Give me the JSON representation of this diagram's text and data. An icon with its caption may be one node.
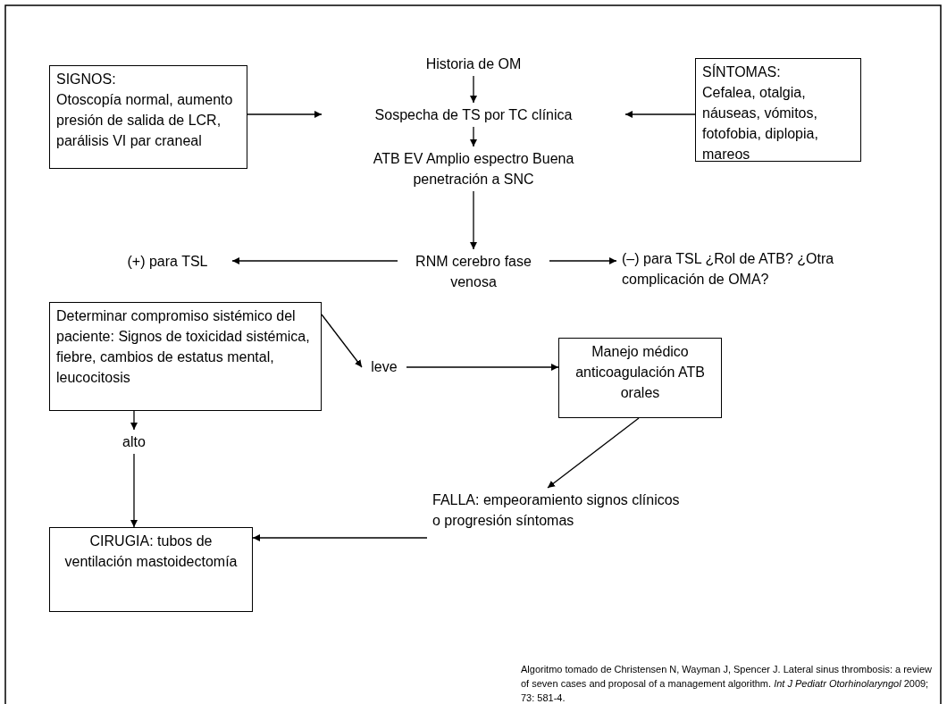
{
  "diagram": {
    "nodes": [
      {
        "text": [
          "Historia de OM"
        ]
      },
      {
        "text": [
          "SIGNOS:",
          "Otoscopía normal, aumento presión de salida de LCR, parálisis VI par craneal"
        ]
      },
      {
        "text": [
          "Sospecha de TS por TC clínica"
        ]
      },
      {
        "text": [
          "SÍNTOMAS:",
          "Cefalea, otalgia, náuseas, vómitos, fotofobia, diplopia, mareos"
        ]
      },
      {
        "text": [
          "ATB EV Amplio espectro Buena penetración a SNC"
        ]
      },
      {
        "text": [
          "(+) para TSL"
        ]
      },
      {
        "text": [
          "RNM cerebro fase venosa"
        ]
      },
      {
        "text": [
          "(–) para TSL ¿Rol de ATB? ¿Otra complicación de OMA?"
        ]
      },
      {
        "text": [
          "Determinar compromiso sistémico del paciente: Signos de toxicidad sistémica, fiebre, cambios de estatus mental, leucocitosis"
        ]
      },
      {
        "text": [
          "leve"
        ]
      },
      {
        "text": [
          "Manejo médico anticoagulación ATB orales"
        ]
      },
      {
        "text": [
          "alto"
        ]
      },
      {
        "text": [
          "FALLA: empeoramiento signos clínicos o progresión síntomas"
        ]
      },
      {
        "text": [
          "CIRUGIA: tubos de ventilación mastoidectomía"
        ]
      }
    ],
    "edges": [
      {
        "from": 0,
        "to": 2,
        "arrow": "to"
      },
      {
        "from": 1,
        "to": 2,
        "arrow": "to"
      },
      {
        "from": 3,
        "to": 2,
        "arrow": "to"
      },
      {
        "from": 2,
        "to": 4,
        "arrow": "to"
      },
      {
        "from": 4,
        "to": 6,
        "arrow": "to"
      },
      {
        "from": 6,
        "to": 5,
        "arrow": "to"
      },
      {
        "from": 6,
        "to": 7,
        "arrow": "to"
      },
      {
        "from": 8,
        "to": 9,
        "arrow": "to"
      },
      {
        "from": 9,
        "to": 10,
        "arrow": "to"
      },
      {
        "from": 10,
        "to": 12,
        "arrow": "to"
      },
      {
        "from": 8,
        "to": 11,
        "arrow": "to"
      },
      {
        "from": 11,
        "to": 13,
        "arrow": "to"
      },
      {
        "from": 12,
        "to": 13,
        "arrow": "to"
      }
    ],
    "labels": [
      "Algoritmo tomado de Christensen N, Wayman J, Spencer J. Lateral sinus thrombosis: a review of seven cases and proposal of a management algorithm. *Int J Pediatr Otorhinolaryngol* 2009; 73: 581-4."
    ]
  }
}
